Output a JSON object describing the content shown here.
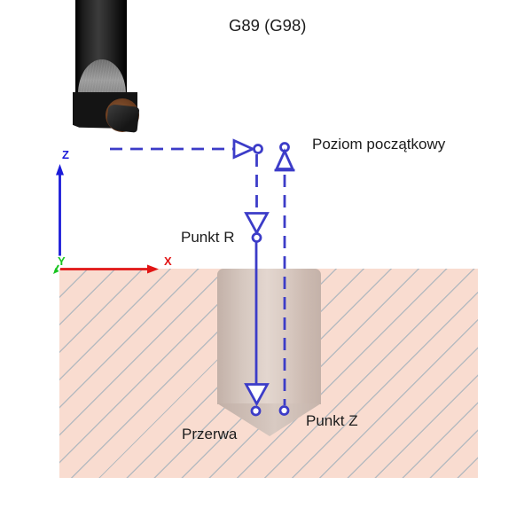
{
  "title": "G89 (G98)",
  "labels": {
    "initial_level": "Poziom początkowy",
    "point_r": "Punkt R",
    "dwell": "Przerwa",
    "point_z": "Punkt Z"
  },
  "axes": {
    "x_label": "X",
    "y_label": "Y",
    "z_label": "Z"
  },
  "icons": {
    "tool_image": "boring-bar-tool-photo",
    "rapid_move_style": "dashed-blue-line",
    "feed_move_style": "solid-blue-line"
  },
  "colors": {
    "path_blue": "#3c3cc8",
    "axis_z_blue": "#1b1bd9",
    "axis_x_red": "#e11414",
    "axis_y_green": "#19c421",
    "material_fill": "#f9dcd0",
    "hatch_line": "#b7bbc0",
    "hole_center": "#e3d6cf",
    "hole_edge": "#c3b1a8",
    "text_color": "#1c1c1c"
  }
}
